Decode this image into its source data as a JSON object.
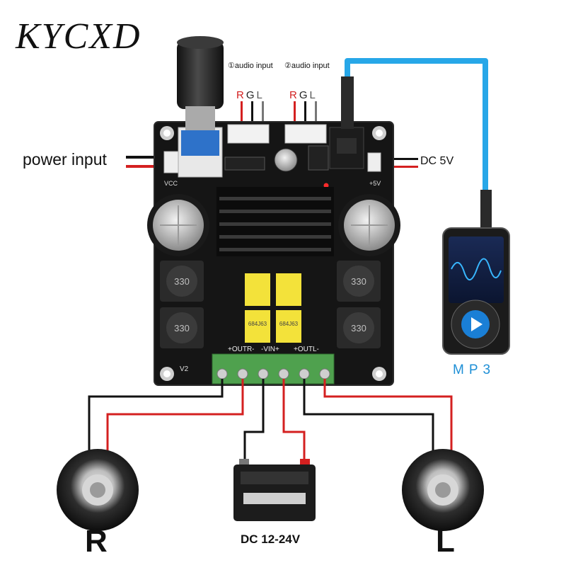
{
  "brand": "KYCXD",
  "labels": {
    "power_input": "power input",
    "dc_5v": "DC 5V",
    "audio_input_1": "①audio input",
    "audio_input_2": "②audio input",
    "channel_r": "R",
    "channel_g": "G",
    "channel_l": "L",
    "mp3": "MP3",
    "battery_voltage": "DC 12-24V",
    "speaker_right": "R",
    "speaker_left": "L"
  },
  "board": {
    "inductor_label": "330",
    "capacitor_label": "684J63",
    "terminal_labels": [
      "+OUTR-",
      "-VIN+",
      "+OUTL-"
    ],
    "silk_vcc": "VCC",
    "silk_5v": "+5V",
    "version": "V2"
  },
  "colors": {
    "wire_red": "#d42020",
    "wire_black": "#111111",
    "aux_cable": "#27a7e8",
    "mp3_text": "#1e8fd6",
    "board": "#151515",
    "capacitor_yellow": "#f3e23a",
    "terminal_green": "#4fa14e"
  }
}
